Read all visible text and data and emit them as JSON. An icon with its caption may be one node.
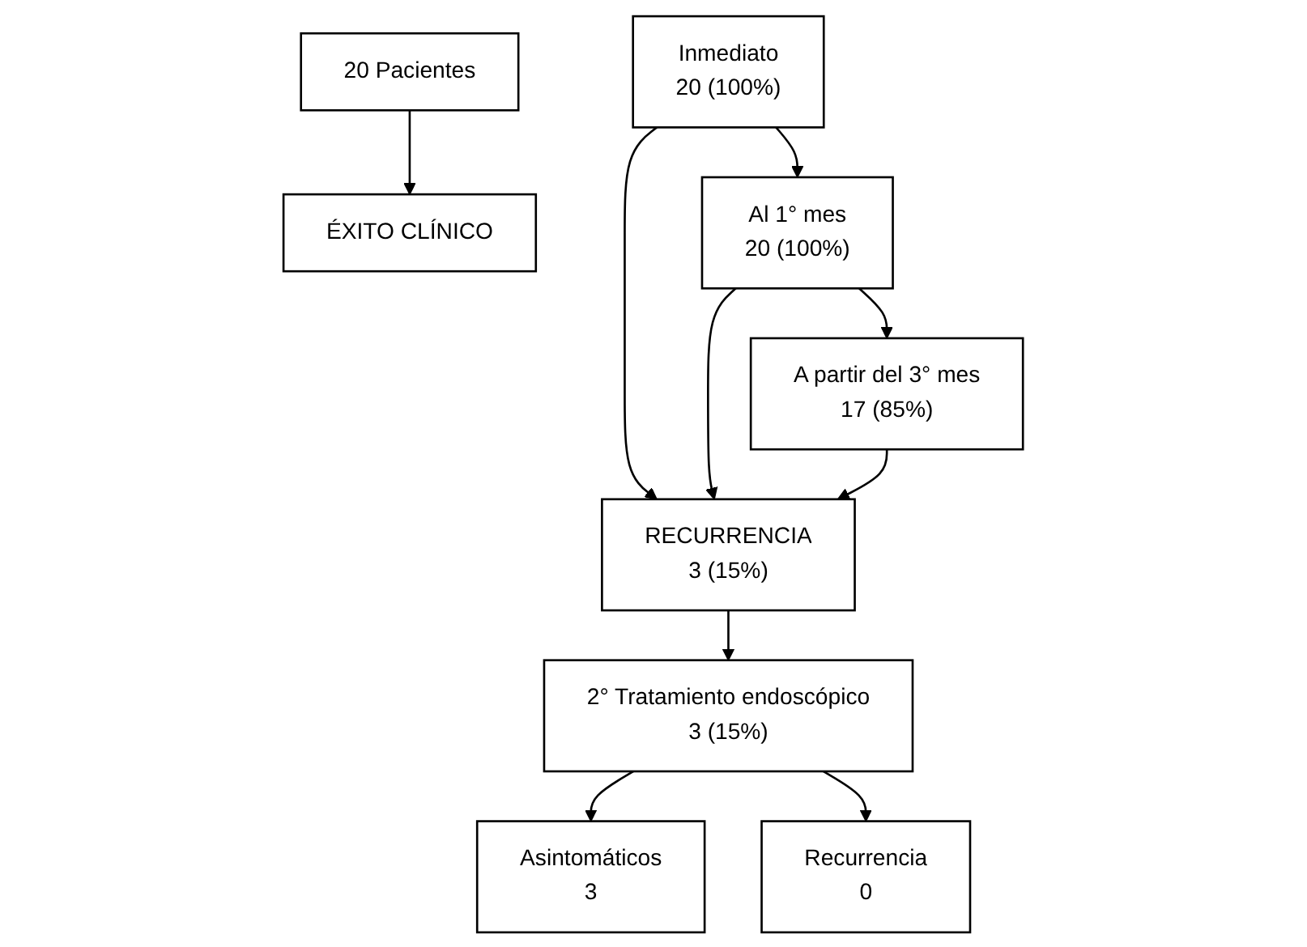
{
  "diagram": {
    "nodes": [
      {
        "text": [
          "20 Pacientes"
        ]
      },
      {
        "text": [
          "ÉXITO CLÍNICO"
        ]
      },
      {
        "text": [
          "Inmediato",
          "20 (100%)"
        ]
      },
      {
        "text": [
          "Al 1° mes",
          "20 (100%)"
        ]
      },
      {
        "text": [
          "A partir del 3° mes",
          "17 (85%)"
        ]
      },
      {
        "text": [
          "RECURRENCIA",
          "3 (15%)"
        ]
      },
      {
        "text": [
          "2° Tratamiento endoscópico",
          "3 (15%)"
        ]
      },
      {
        "text": [
          "Asintomáticos",
          "3"
        ]
      },
      {
        "text": [
          "Recurrencia",
          "0"
        ]
      }
    ],
    "edges": [
      {
        "from": 0,
        "to": 1,
        "arrow": "to"
      },
      {
        "from": 2,
        "to": 3,
        "arrow": "to"
      },
      {
        "from": 3,
        "to": 4,
        "arrow": "to"
      },
      {
        "from": 2,
        "to": 5,
        "arrow": "to"
      },
      {
        "from": 3,
        "to": 5,
        "arrow": "to"
      },
      {
        "from": 4,
        "to": 5,
        "arrow": "to"
      },
      {
        "from": 5,
        "to": 6,
        "arrow": "to"
      },
      {
        "from": 6,
        "to": 7,
        "arrow": "to"
      },
      {
        "from": 6,
        "to": 8,
        "arrow": "to"
      }
    ]
  }
}
